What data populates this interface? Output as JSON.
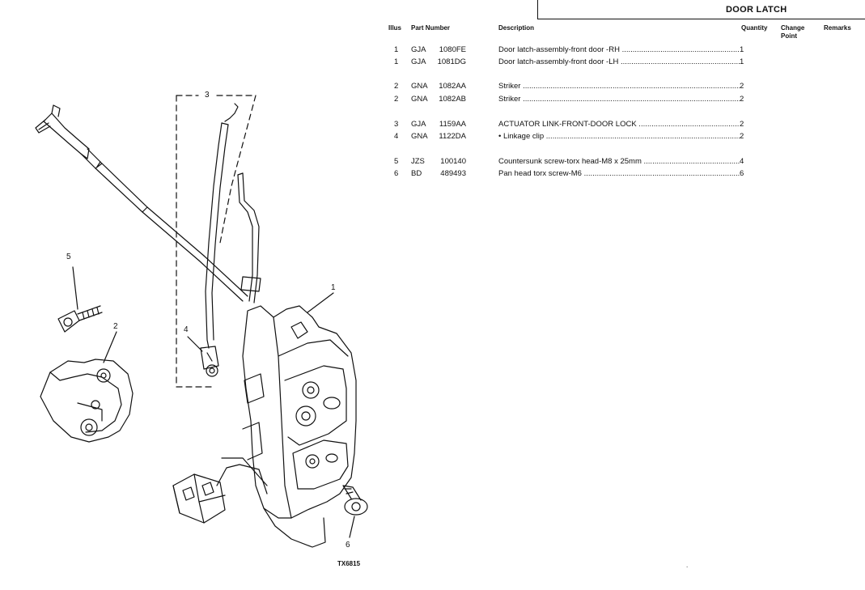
{
  "header": {
    "title": "DOOR LATCH"
  },
  "columns": {
    "illus": "Illus",
    "part_number": "Part Number",
    "description": "Description",
    "quantity": "Quantity",
    "change_point": "Change\nPoint",
    "remarks": "Remarks"
  },
  "parts": [
    {
      "illus": "1",
      "prefix": "GJA",
      "number": "1080FE",
      "description": "Door latch-assembly-front door -RH",
      "qty": "1"
    },
    {
      "illus": "1",
      "prefix": "GJA",
      "number": "1081DG",
      "description": "Door latch-assembly-front door -LH",
      "qty": "1"
    },
    {
      "illus": "2",
      "prefix": "GNA",
      "number": "1082AA",
      "description": "Striker",
      "qty": "2"
    },
    {
      "illus": "2",
      "prefix": "GNA",
      "number": "1082AB",
      "description": "Striker",
      "qty": "2"
    },
    {
      "illus": "3",
      "prefix": "GJA",
      "number": "1159AA",
      "description": "ACTUATOR LINK-FRONT-DOOR LOCK",
      "qty": "2"
    },
    {
      "illus": "4",
      "prefix": "GNA",
      "number": "1122DA",
      "description": "• Linkage clip",
      "qty": "2"
    },
    {
      "illus": "5",
      "prefix": "JZS",
      "number": "100140",
      "description": "Countersunk screw-torx head-M8 x 25mm",
      "qty": "4"
    },
    {
      "illus": "6",
      "prefix": "BD",
      "number": "489493",
      "description": "Pan head torx screw-M6",
      "qty": "6"
    }
  ],
  "diagram": {
    "callouts": [
      "1",
      "2",
      "3",
      "4",
      "5",
      "6"
    ],
    "reference": "TX6815"
  },
  "misc": {
    "dot": "."
  }
}
